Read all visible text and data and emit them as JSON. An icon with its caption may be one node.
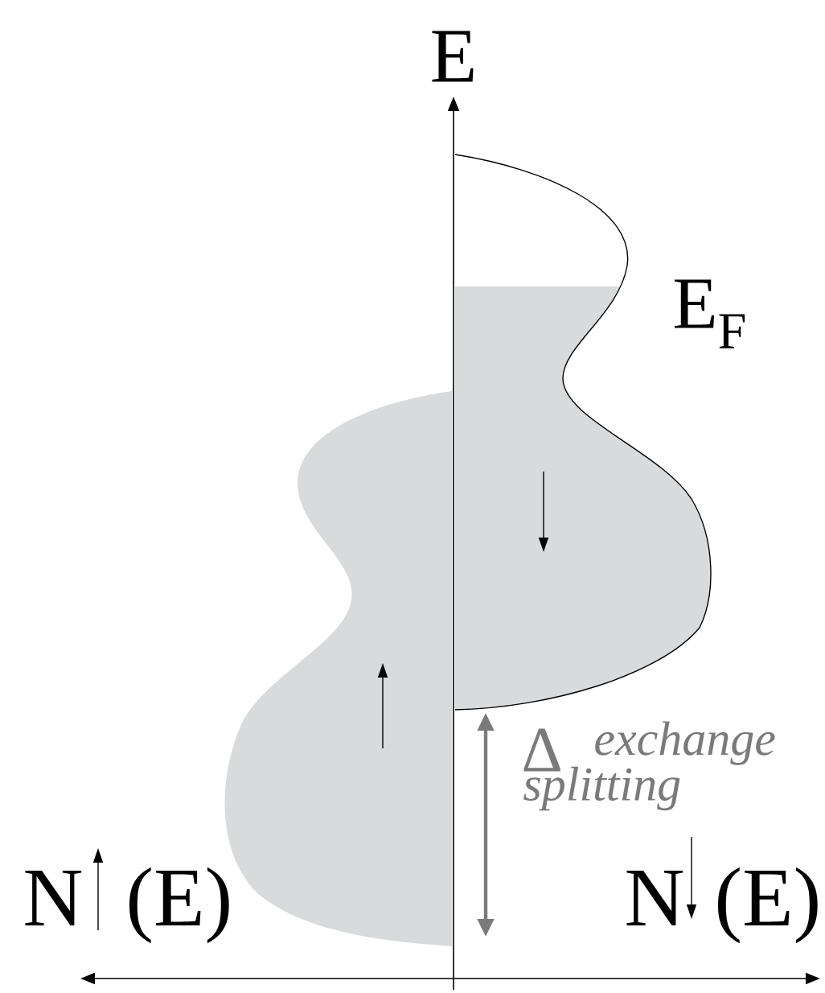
{
  "diagram": {
    "labels": [
      "E",
      "E$_{F}$",
      "Δ",
      "exchange splitting",
      "N",
      "(E)",
      "N",
      "(E)"
    ]
  }
}
